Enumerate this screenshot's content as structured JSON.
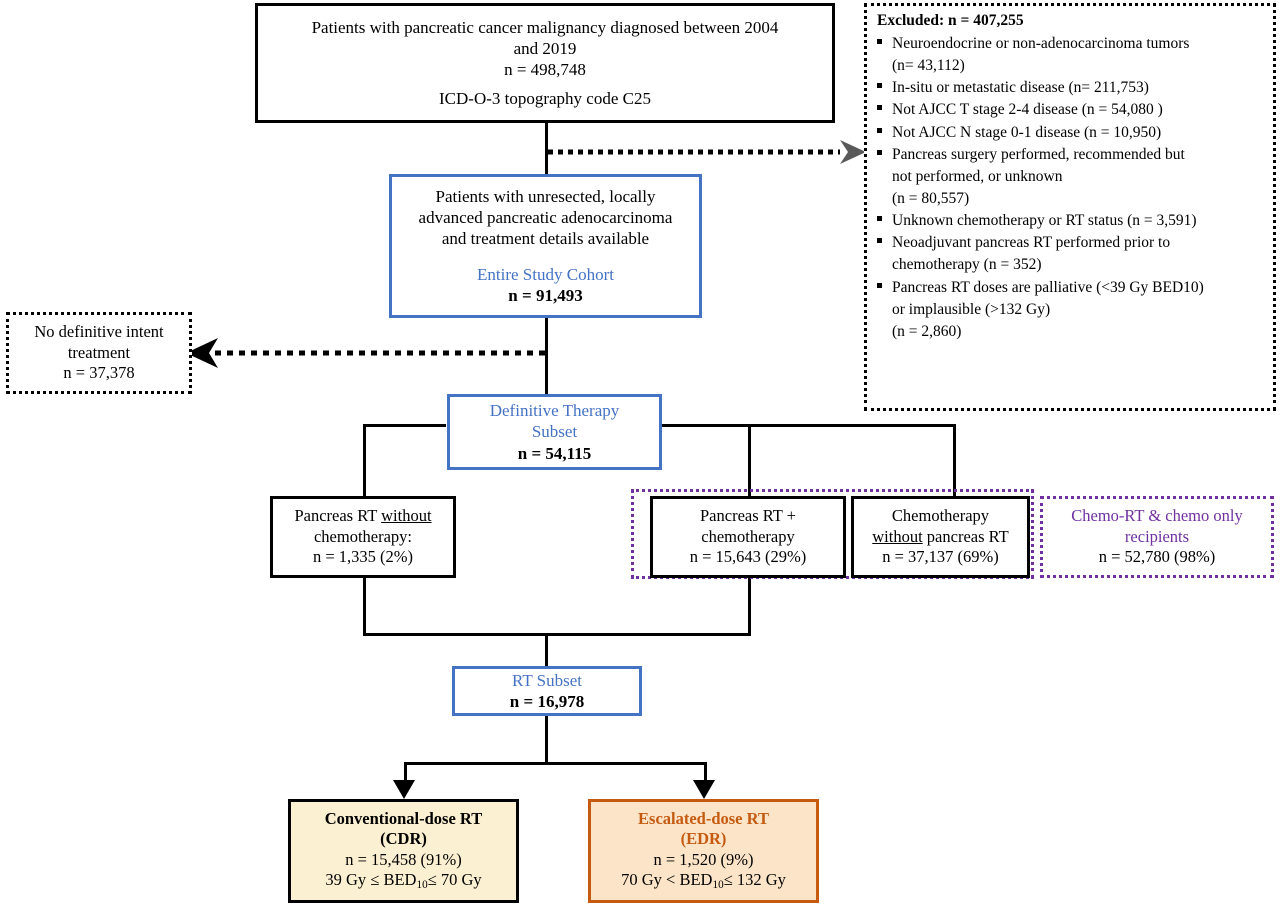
{
  "diagram": {
    "title": "Pancreatic cancer study cohort selection flow diagram",
    "colors": {
      "blue": "#4472C4",
      "purple": "#7030A0",
      "orange": "#C55A11",
      "cream_fill": "#FBF0D2",
      "orange_fill": "#FCE4C8",
      "black": "#000000"
    }
  },
  "nodes": {
    "source_cohort": {
      "line1": "Patients with pancreatic cancer malignancy diagnosed between 2004",
      "line2": "and 2019",
      "line3": "n = 498,748",
      "line4": "ICD-O-3 topography code C25"
    },
    "excluded": {
      "title": "Excluded: n = 407,255",
      "items": [
        {
          "text": "Neuroendocrine or non-adenocarcinoma tumors",
          "cont": "(n= 43,112)"
        },
        {
          "text": "In-situ or metastatic disease (n= 211,753)",
          "cont": ""
        },
        {
          "text": "Not AJCC T stage 2-4 disease (n = 54,080 )",
          "cont": ""
        },
        {
          "text": "Not AJCC N stage 0-1 disease (n = 10,950)",
          "cont": ""
        },
        {
          "text": "Pancreas surgery performed, recommended but",
          "cont": "not performed, or unknown",
          "cont2": "(n = 80,557)"
        },
        {
          "text": "Unknown chemotherapy or RT status (n = 3,591)",
          "cont": ""
        },
        {
          "text": "Neoadjuvant pancreas RT performed prior to",
          "cont": "chemotherapy (n = 352)"
        },
        {
          "text": "Pancreas RT doses are palliative (<39 Gy BED10)",
          "cont": "or implausible (>132 Gy)",
          "cont2": "(n = 2,860)"
        }
      ]
    },
    "study_cohort": {
      "line1": "Patients with unresected, locally",
      "line2": "advanced pancreatic adenocarcinoma",
      "line3": "and treatment details available",
      "label": "Entire Study Cohort",
      "n": "n = 91,493"
    },
    "no_definitive": {
      "line1": "No definitive intent",
      "line2": "treatment",
      "n": "n = 37,378"
    },
    "definitive_subset": {
      "label1": "Definitive Therapy",
      "label2": "Subset",
      "n": "n = 54,115"
    },
    "rt_no_chemo": {
      "line1_a": "Pancreas RT ",
      "line1_b": "without",
      "line2": "chemotherapy:",
      "n": "n = 1,335 (2%)"
    },
    "rt_plus_chemo": {
      "line1": "Pancreas RT +",
      "line2": "chemotherapy",
      "n": "n = 15,643 (29%)"
    },
    "chemo_no_rt": {
      "line1": "Chemotherapy",
      "line2_a": "without",
      "line2_b": " pancreas RT",
      "n": "n = 37,137 (69%)"
    },
    "chemort_group": {
      "line1": "Chemo-RT & chemo only",
      "line2": "recipients",
      "n": "n = 52,780 (98%)"
    },
    "rt_subset": {
      "label": "RT Subset",
      "n": "n = 16,978"
    },
    "cdr": {
      "title1": "Conventional-dose RT",
      "title2": "(CDR)",
      "n": "n = 15,458 (91%)",
      "dose_pre": "39 Gy ≤ BED",
      "dose_sub": "10",
      "dose_post": "≤ 70 Gy"
    },
    "edr": {
      "title1": "Escalated-dose RT",
      "title2": "(EDR)",
      "n": "n = 1,520 (9%)",
      "dose_pre": "70 Gy < BED",
      "dose_sub": "10",
      "dose_post": "≤  132 Gy"
    }
  }
}
